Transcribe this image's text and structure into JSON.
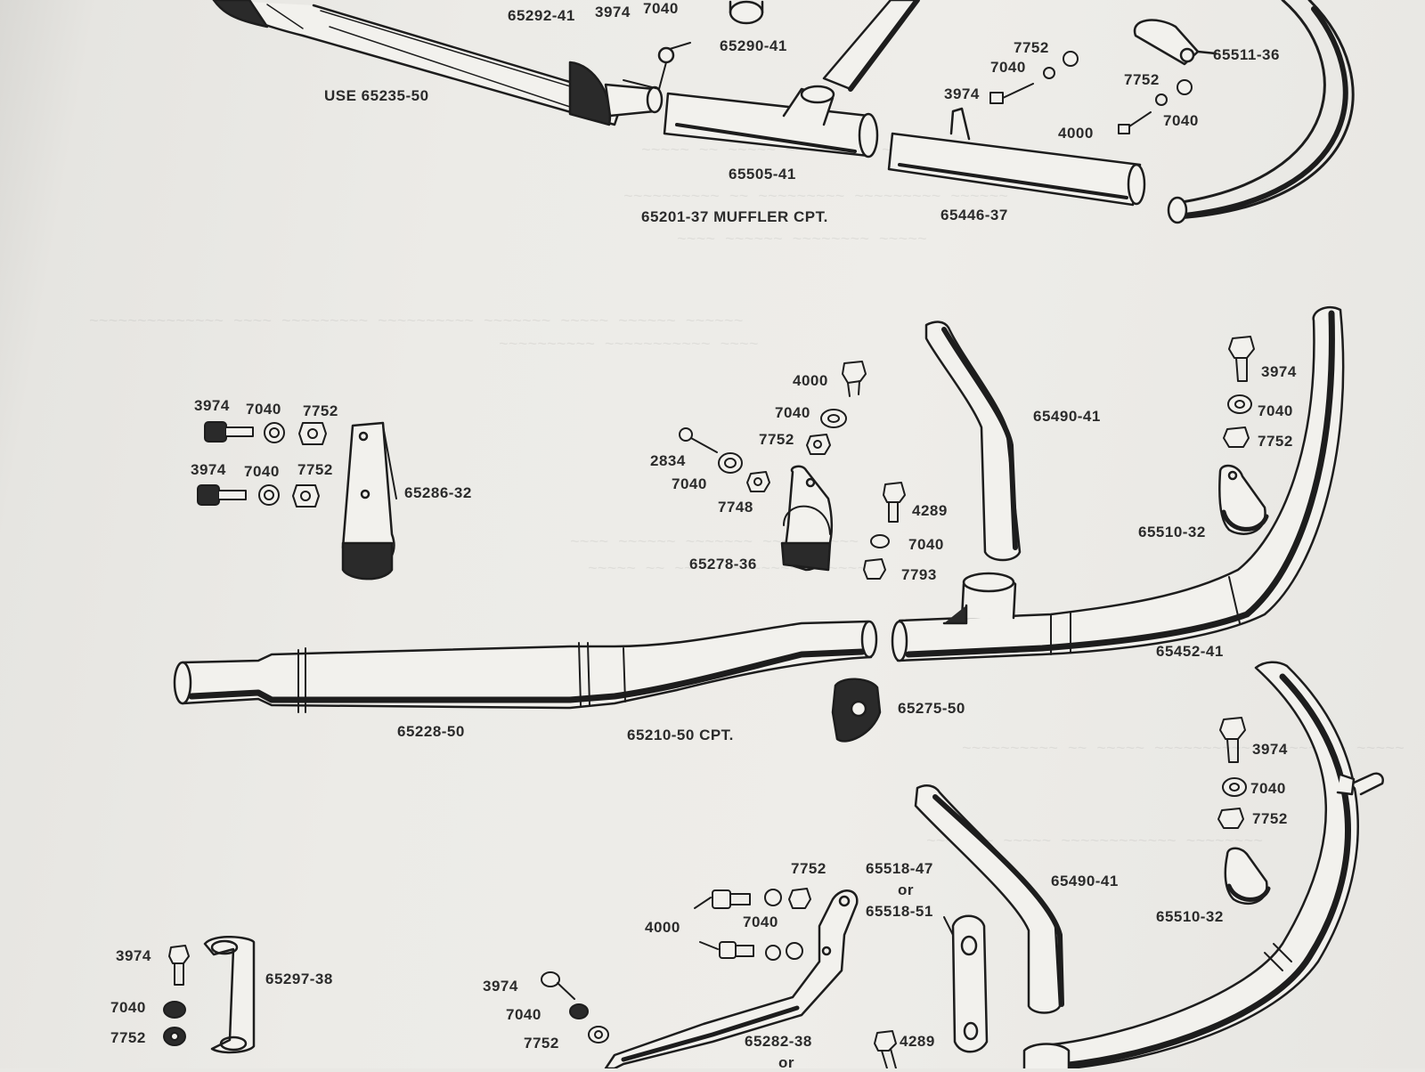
{
  "diagram": {
    "part_labels": {
      "p65292_41": "65292-41",
      "p3974_top": "3974",
      "p7040_top": "7040",
      "p65290_41": "65290-41",
      "use_65235_50": "USE 65235-50",
      "p7752_a": "7752",
      "p7040_a": "7040",
      "p3974_a": "3974",
      "p65511_36": "65511-36",
      "p7752_b": "7752",
      "p4000_a": "4000",
      "p7040_b": "7040",
      "p65505_41": "65505-41",
      "p65201_37": "65201-37 MUFFLER CPT.",
      "p65446_37": "65446-37",
      "p4000_b": "4000",
      "p7040_c": "7040",
      "p7752_c": "7752",
      "p2834": "2834",
      "p7040_d": "7040",
      "p7748": "7748",
      "p65278_36": "65278-36",
      "p4289_a": "4289",
      "p7040_e": "7040",
      "p7793": "7793",
      "p65490_41_a": "65490-41",
      "p3974_b": "3974",
      "p7040_f": "7040",
      "p7752_d": "7752",
      "p65510_32_a": "65510-32",
      "p65452_41": "65452-41",
      "p3974_c": "3974",
      "p7040_g": "7040",
      "p7752_e": "7752",
      "p3974_d": "3974",
      "p7040_h": "7040",
      "p7752_f": "7752",
      "p65286_32": "65286-32",
      "p65228_50": "65228-50",
      "p65210_50": "65210-50 CPT.",
      "p65275_50": "65275-50",
      "p3974_e": "3974",
      "p7040_i": "7040",
      "p7752_g": "7752",
      "p65490_41_b": "65490-41",
      "p65510_32_b": "65510-32",
      "p7752_h": "7752",
      "p65518_47": "65518-47",
      "or_a": "or",
      "p65518_51": "65518-51",
      "p4000_c": "4000",
      "p7040_j": "7040",
      "p3974_f": "3974",
      "p65297_38": "65297-38",
      "p7040_k": "7040",
      "p7752_i": "7752",
      "p3974_g": "3974",
      "p7040_l": "7040",
      "p7752_j": "7752",
      "p65282_38": "65282-38",
      "or_b": "or",
      "p4289_b": "4289"
    }
  }
}
